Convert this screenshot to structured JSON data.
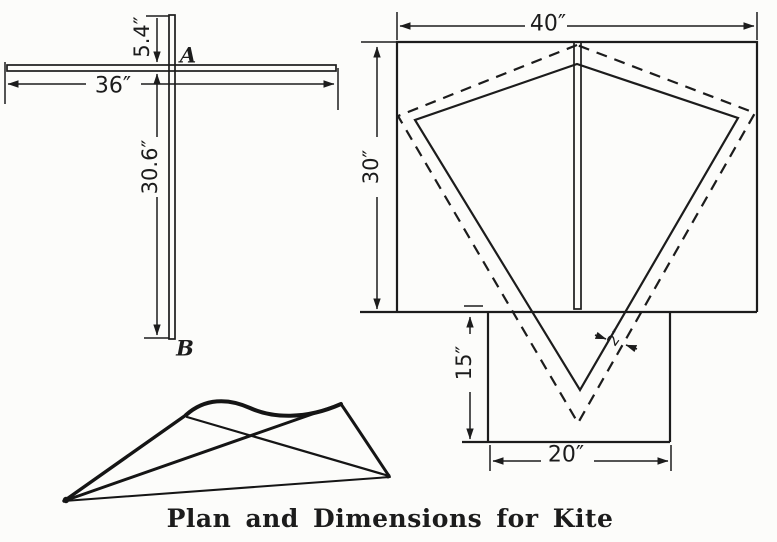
{
  "colors": {
    "ink": "#1c1c1c",
    "paper": "#fcfcfa"
  },
  "caption": "Plan and Dimensions for Kite",
  "stick_diagram": {
    "point_a_label": "A",
    "point_b_label": "B",
    "stick_length_label": "36″",
    "top_section_label": "5.4″",
    "bottom_section_label": "30.6″"
  },
  "kite_plan": {
    "width_label": "40″",
    "upper_height_label": "30″",
    "lower_height_label": "15″",
    "bottom_width_label": "20″",
    "margin_label": "2″"
  }
}
